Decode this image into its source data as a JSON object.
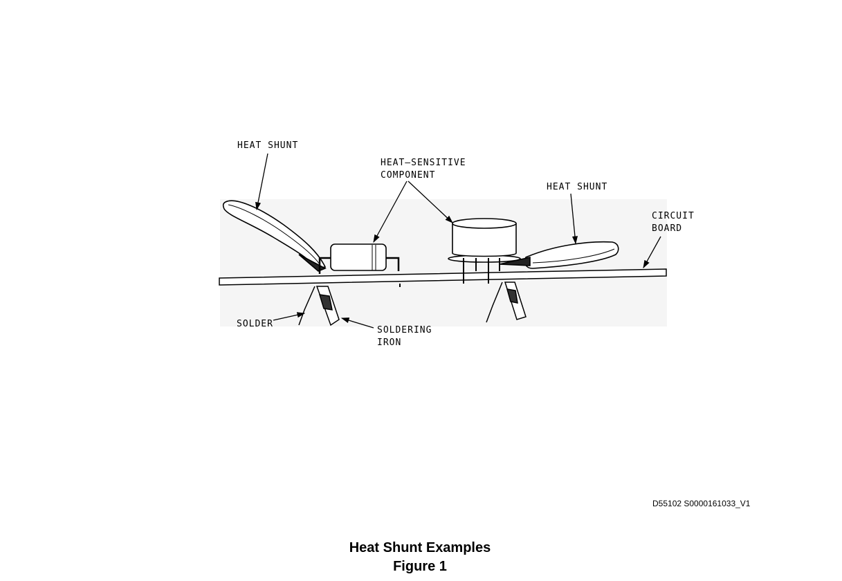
{
  "diagram": {
    "labels": {
      "heat_shunt_left": "HEAT SHUNT",
      "heat_sensitive_line1": "HEAT–SENSITIVE",
      "heat_sensitive_line2": "COMPONENT",
      "heat_shunt_right": "HEAT SHUNT",
      "circuit_board_line1": "CIRCUIT",
      "circuit_board_line2": "BOARD",
      "solder": "SOLDER",
      "soldering_iron_line1": "SOLDERING",
      "soldering_iron_line2": "IRON"
    },
    "reference_code": "D55102 S0000161033_V1"
  },
  "caption": {
    "title": "Heat Shunt Examples",
    "figure_label": "Figure 1"
  }
}
